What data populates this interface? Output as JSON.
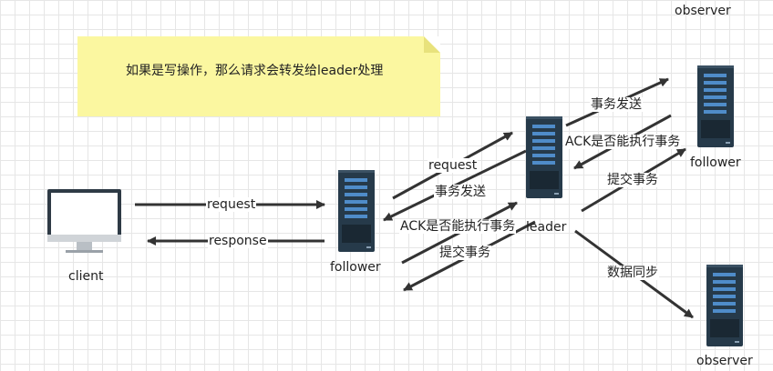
{
  "note": {
    "text": "如果是写操作，那么请求会转发给leader处理"
  },
  "nodes": {
    "client": "client",
    "follower_main": "follower",
    "leader": "leader",
    "follower_right": "follower",
    "observer_top": "observer",
    "observer_bottom": "observer"
  },
  "edges": {
    "client_request": "request",
    "client_response": "response",
    "follower_request": "request",
    "leader_dispatch_follower": "事务发送",
    "ack_to_leader": "ACK是否能执行事务",
    "commit_to_follower": "提交事务",
    "leader_dispatch_right": "事务发送",
    "ack_from_right": "ACK是否能执行事务",
    "commit_to_right": "提交事务",
    "sync_observer": "数据同步"
  },
  "colors": {
    "server_dark": "#263a4a",
    "server_light": "#4f8cc9",
    "note_fill": "#fbf7a0",
    "arrow": "#333333"
  }
}
